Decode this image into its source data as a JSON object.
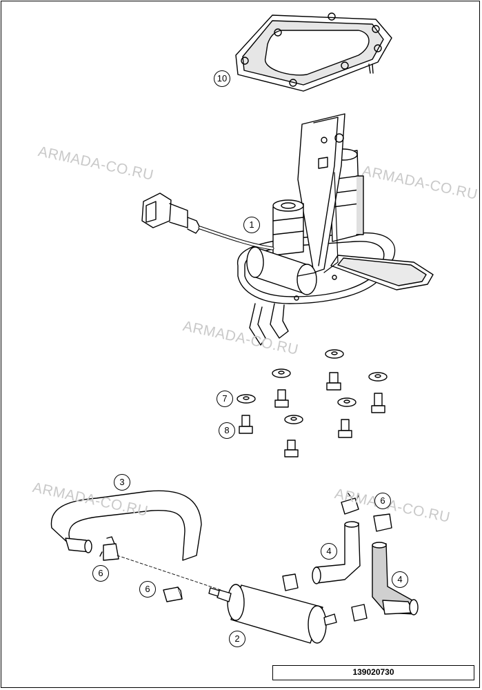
{
  "watermark": "ARMADA-CO.RU",
  "drawing_number": "139020730",
  "callouts": [
    "10",
    "1",
    "7",
    "8",
    "3",
    "6",
    "6",
    "6",
    "4",
    "4",
    "2"
  ],
  "colors": {
    "line": "#000000",
    "watermark": "#c9c9c9",
    "shade": "#d4d4d4",
    "background": "#ffffff"
  }
}
